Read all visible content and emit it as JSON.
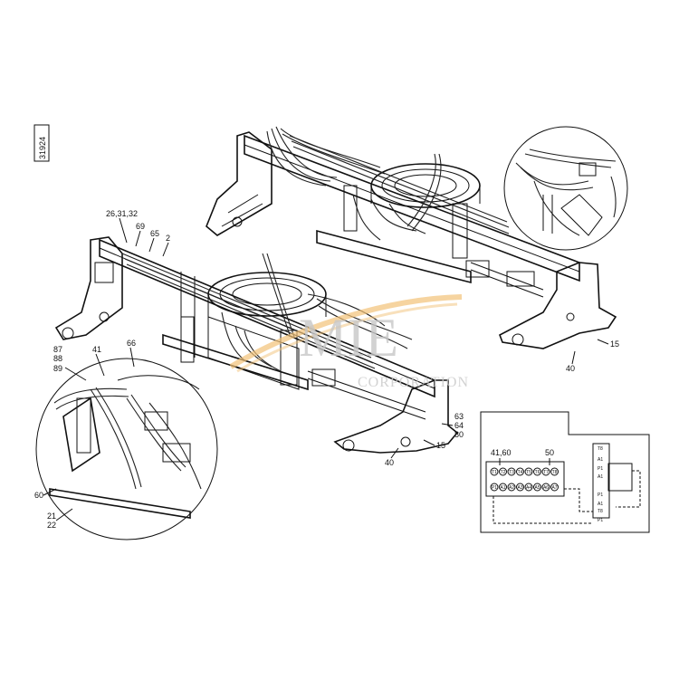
{
  "drawing_id": "31924",
  "watermark": {
    "main": "MIE",
    "sub": "CORPORATION",
    "swoosh_color": "#f2c277",
    "text_color": "#c8c8c8"
  },
  "callouts": {
    "c26_31_32": "26,31,32",
    "c69": "69",
    "c65": "65",
    "c2": "2",
    "c87": "87",
    "c88": "88",
    "c89": "89",
    "c41": "41",
    "c66": "66",
    "c60": "60",
    "c21": "21",
    "c22": "22",
    "c63": "63",
    "c64": "64",
    "c80": "80",
    "c15_front": "15",
    "c40_front": "40",
    "c15_rear": "15",
    "c40_rear": "40"
  },
  "schematic": {
    "label_left": "41,60",
    "label_right": "50",
    "pins_top": [
      "T1",
      "T2",
      "T3",
      "T4",
      "T5",
      "T6",
      "T7",
      "T8"
    ],
    "pins_bottom": [
      "P1",
      "A1",
      "A2",
      "A3",
      "A4",
      "A5",
      "A6",
      "A7"
    ],
    "valve_labels": [
      "T8",
      "A1",
      "P1",
      "A1",
      "P1",
      "A1",
      "T8",
      "P1"
    ]
  }
}
